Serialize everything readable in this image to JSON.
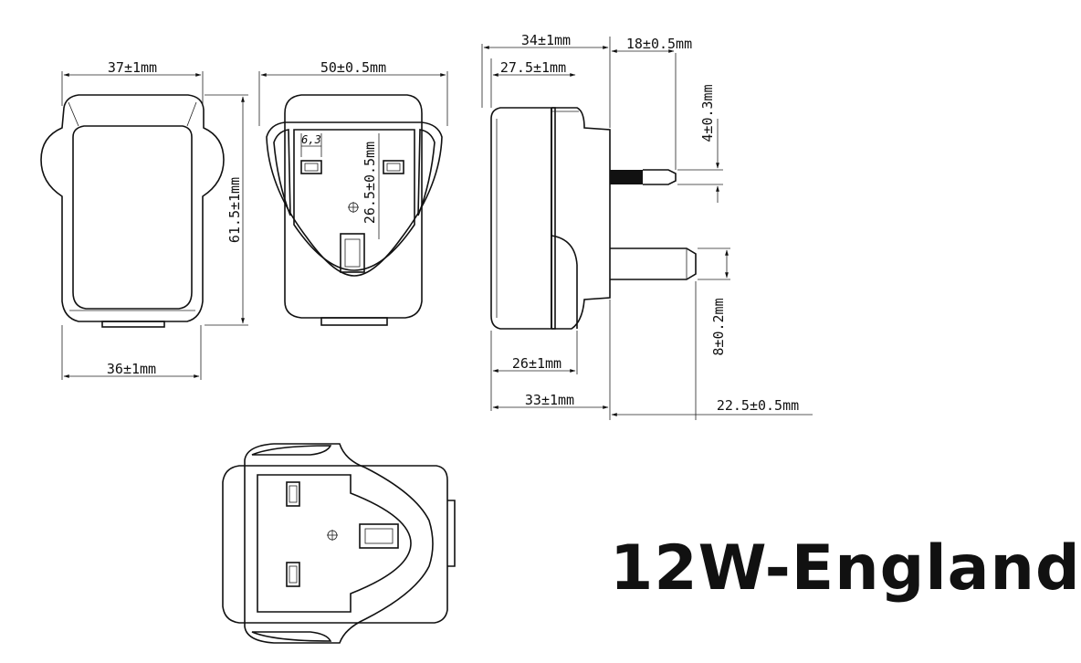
{
  "title": "12W-England",
  "annotations": {
    "front_top_width": "37±1mm",
    "front_bottom_width": "36±1mm",
    "height": "61.5±1mm",
    "back_width": "50±0.5mm",
    "pin_spacing": "26.5±0.5mm",
    "pin_width": "6,3",
    "side_total_top": "34±1mm",
    "side_body_top": "27.5±1mm",
    "pin_length_top": "18±0.5mm",
    "pin_thickness": "4±0.3mm",
    "side_body_bottom": "26±1mm",
    "side_total_bottom": "33±1mm",
    "pin_length_bottom": "22.5±0.5mm",
    "earth_pin_thickness": "8±0.2mm"
  }
}
